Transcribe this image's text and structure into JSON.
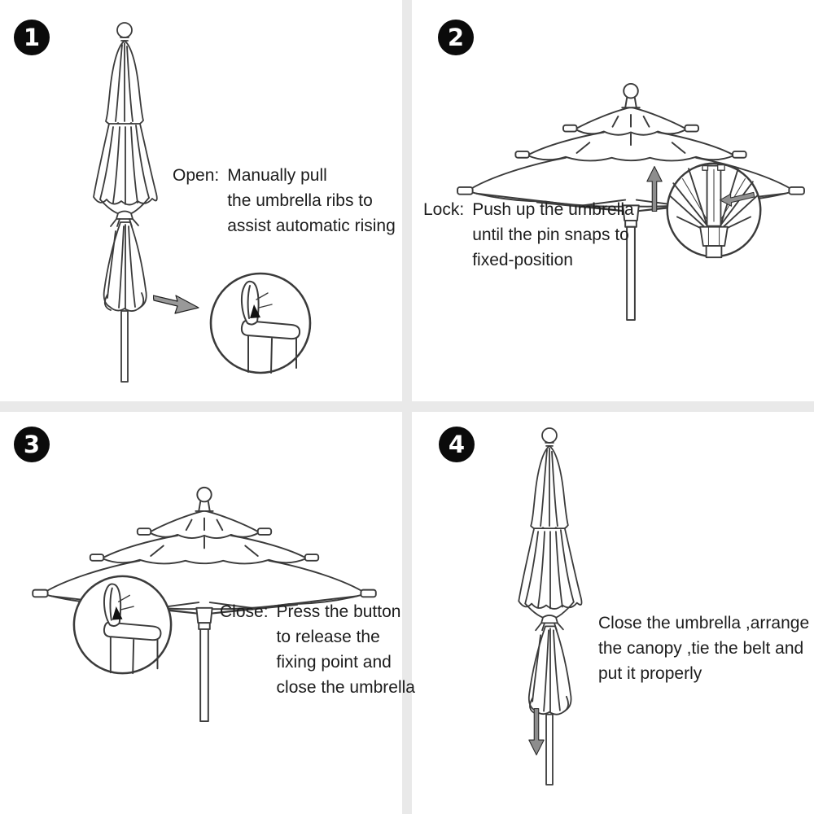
{
  "page": {
    "background_color": "#ffffff",
    "divider_color": "#e9e9e9",
    "line_color": "#3b3b3b",
    "text_color": "#1d1d1d",
    "badge_bg_color": "#0b0b0b",
    "badge_text_color": "#ffffff",
    "arrow_fill_color": "#8d8d8d"
  },
  "icons": {
    "step1_graphic": "closed-umbrella-drawing",
    "step2_graphic": "open-umbrella-drawing",
    "step3_graphic": "open-umbrella-drawing",
    "step4_graphic": "closed-umbrella-drawing",
    "step1_detail": "magnifier-release-button-detail",
    "step2_detail": "magnifier-hub-pin-detail",
    "step3_detail": "magnifier-release-button-detail",
    "step1_arrow": "diagonal-arrow",
    "step2_arrow": "up-arrow",
    "step4_arrow": "down-arrow"
  },
  "steps": [
    {
      "number": "1",
      "label": "Open:",
      "lines": [
        "Manually pull",
        "the umbrella ribs to",
        "assist automatic rising"
      ]
    },
    {
      "number": "2",
      "label": "Lock:",
      "lines": [
        "Push up the umbrella",
        "until the pin snaps to",
        "fixed-position"
      ]
    },
    {
      "number": "3",
      "label": "Close:",
      "lines": [
        "Press the button",
        "to release the",
        "fixing point and",
        "close the umbrella"
      ]
    },
    {
      "number": "4",
      "label": "",
      "lines": [
        "Close the umbrella ,arrange",
        "the canopy ,tie the belt and",
        "put it properly"
      ]
    }
  ]
}
